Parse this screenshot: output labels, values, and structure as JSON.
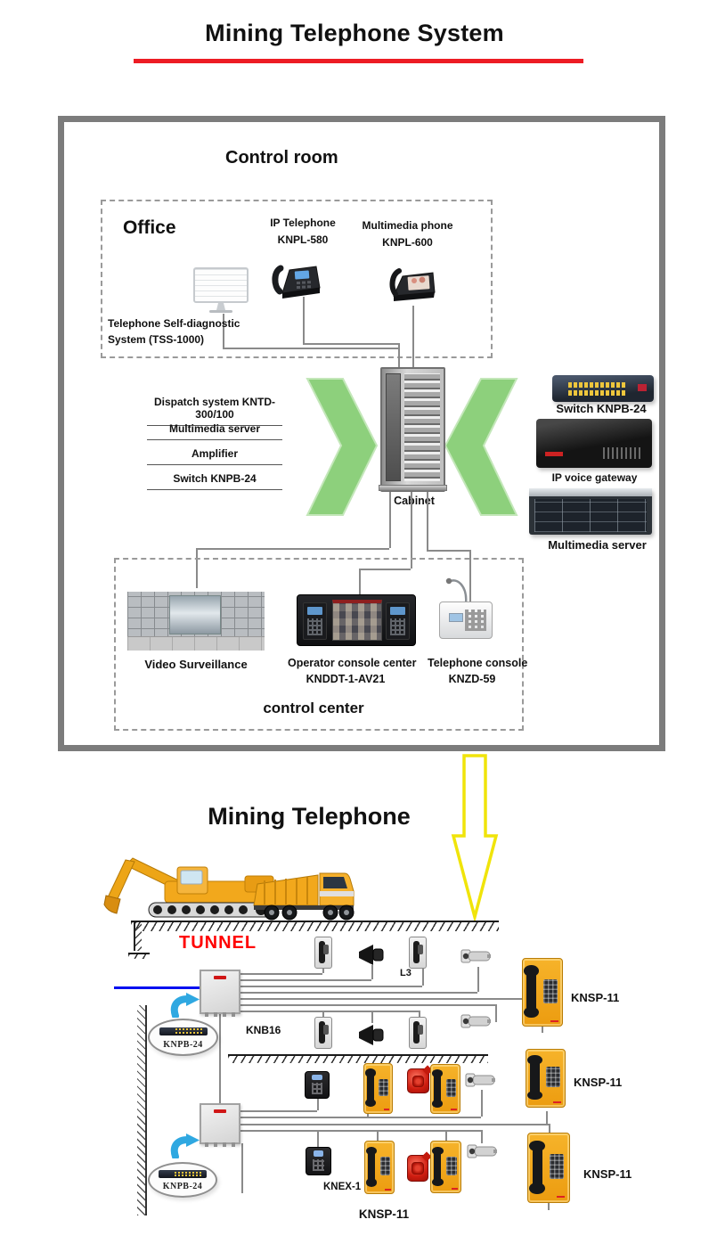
{
  "title": "Mining Telephone System",
  "colors": {
    "underline_red": "#ED1C24",
    "tunnel_red": "#FF0000",
    "chevron_green": "#8DD07C",
    "arrow_yellow": "#F0E40A",
    "cable_blue": "#0010F0",
    "flow_arrow_blue": "#2FA8E1",
    "phone_yellow": "#F2A81C"
  },
  "control_room": {
    "title": "Control room",
    "office": {
      "title": "Office",
      "tss_line1": "Telephone Self-diagnostic",
      "tss_line2": "System (TSS-1000)",
      "ip_phone_name": "IP Telephone",
      "ip_phone_model": "KNPL-580",
      "mm_phone_name": "Multimedia phone",
      "mm_phone_model": "KNPL-600"
    },
    "rack_items": [
      "Dispatch system KNTD-300/100",
      "Multimedia server",
      "Amplifier",
      "Switch KNPB-24"
    ],
    "cabinet_label": "Cabinet",
    "right_column": {
      "switch_label": "Switch KNPB-24",
      "gateway_label": "IP voice gateway",
      "server_label": "Multimedia server"
    },
    "control_center": {
      "title": "control center",
      "video_label": "Video Surveillance",
      "operator_line1": "Operator console center",
      "operator_line2": "KNDDT-1-AV21",
      "telephone_line1": "Telephone console",
      "telephone_line2": "KNZD-59"
    }
  },
  "mining": {
    "title": "Mining Telephone",
    "tunnel_label": "TUNNEL",
    "junction_box_label": "KNB16",
    "oval1_label": "KNPB-24",
    "oval2_label": "KNPB-24",
    "l3_label": "L3",
    "knex_label": "KNEX-1",
    "knsp_label_1": "KNSP-11",
    "knsp_label_2": "KNSP-11",
    "knsp_label_3": "KNSP-11",
    "knsp_label_bottom": "KNSP-11"
  }
}
